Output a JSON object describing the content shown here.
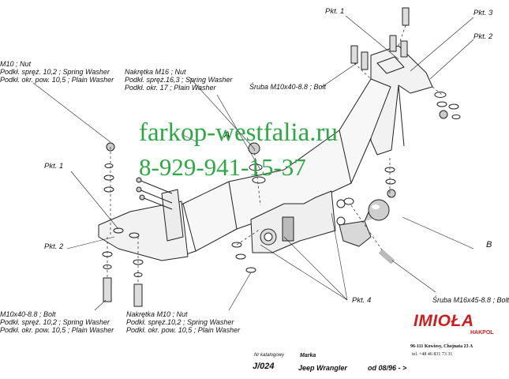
{
  "labels": {
    "top_left": [
      "M10 ; Nut",
      "Podkł. spręż. 10,2 ; Spring Washer",
      "Podkł. okr. pow. 10,5 ; Plain Washer"
    ],
    "top_center": [
      "Nakrętka  M16 ; Nut",
      "Podkł. spręż.16,3 ; Spring Washer",
      "Podkł. okr. 17 ; Plain Washer"
    ],
    "bolt_top": "Śruba M10x40-8.8 ;  Bolt",
    "bottom_left": [
      "M10x40-8.8 ;  Bolt",
      "Podkł. spręż. 10,2 ; Spring Washer",
      "Podkł. okr. pow. 10,5 ; Plain Washer"
    ],
    "bottom_center": [
      "Nakrętka  M10 ; Nut",
      "Podkł. spręż.10,2 ; Spring Washer",
      "Podkł. okr. pow. 10,5 ; Plain Washer"
    ],
    "bolt_right": "Śruba M16x45-8.8 ;  Bolt",
    "pkt1_top": "Pkt. 1",
    "pkt3_top": "Pkt. 3",
    "pkt2_top": "Pkt. 2",
    "pkt1_left": "Pkt. 1",
    "pkt2_left": "Pkt. 2",
    "pkt4": "Pkt. 4",
    "letter_a": "A",
    "letter_b": "B"
  },
  "watermark": {
    "site": "farkop-westfalia.ru",
    "phone": "8-929-941-15-37"
  },
  "footer": {
    "catalog_label": "Nr katalogowy",
    "catalog_no": "J/024",
    "make_label": "Marka",
    "model": "Jeep Wrangler",
    "date": "od 08/96 - >",
    "brand": "IMIOŁA",
    "brand_sub": "HAKPOL",
    "address": "96-111 Kowiesy, Chojnata 23 A",
    "phone": "tel. +48 46 831 73 31"
  }
}
